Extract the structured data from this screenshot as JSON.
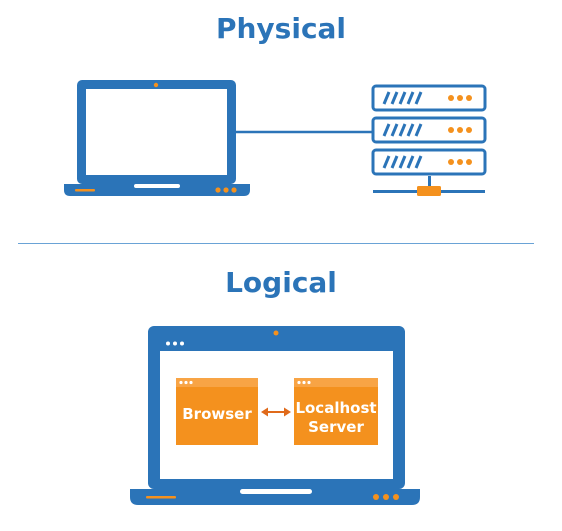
{
  "headings": {
    "physical": "Physical",
    "logical": "Logical"
  },
  "logical": {
    "browser_label": "Browser",
    "server_label": "Localhost Server"
  },
  "icons": [
    "laptop-icon",
    "server-rack-icon",
    "browser-window-icon",
    "double-arrow-icon"
  ],
  "colors": {
    "blue": "#2b74b8",
    "dark_blue": "#1f5fa3",
    "orange": "#f4911e",
    "white": "#ffffff"
  }
}
